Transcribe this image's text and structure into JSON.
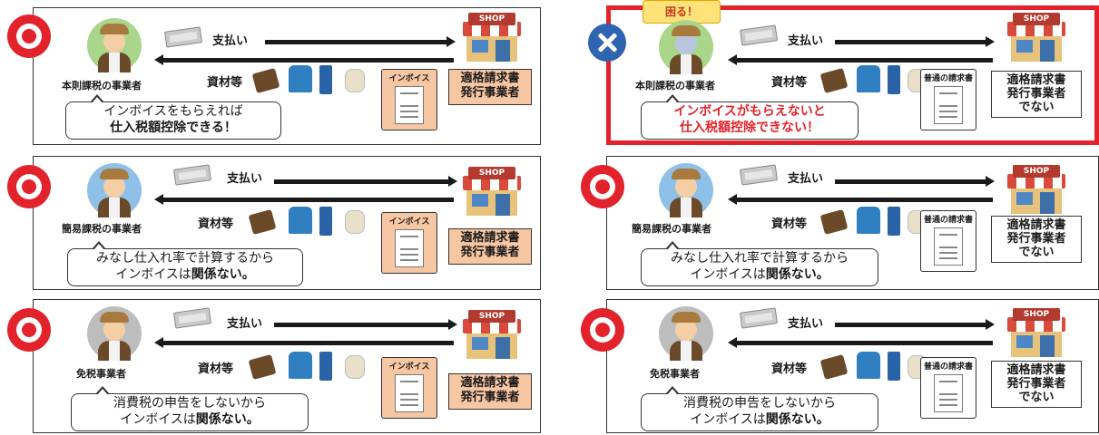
{
  "shared": {
    "payment": "支払い",
    "goods": "資材等",
    "shop_sign": "SHOP"
  },
  "panels": [
    {
      "status": "ok",
      "person": "本則課税の事業者",
      "doc_title": "インボイス",
      "issuer": [
        "適格請求書",
        "発行事業者"
      ],
      "bubble": [
        "インボイスをもらえれば",
        "仕入税額控除できる！"
      ]
    },
    {
      "status": "ok",
      "person": "簡易課税の事業者",
      "doc_title": "インボイス",
      "issuer": [
        "適格請求書",
        "発行事業者"
      ],
      "bubble_a": "みなし仕入れ率で計算するから",
      "bubble_b_prefix": "インボイスは",
      "bubble_b_bold": "関係ない。"
    },
    {
      "status": "ok",
      "person": "免税事業者",
      "doc_title": "インボイス",
      "issuer": [
        "適格請求書",
        "発行事業者"
      ],
      "bubble_a": "消費税の申告をしないから",
      "bubble_b_prefix": "インボイスは",
      "bubble_b_bold": "関係ない。"
    },
    {
      "status": "ng",
      "person": "本則課税の事業者",
      "doc_title": "普通の請求書",
      "issuer": [
        "適格請求書",
        "発行事業者",
        "でない"
      ],
      "bubble": [
        "インボイスがもらえないと",
        "仕入税額控除できない！"
      ],
      "trouble": "困る！"
    },
    {
      "status": "ok",
      "person": "簡易課税の事業者",
      "doc_title": "普通の請求書",
      "issuer": [
        "適格請求書",
        "発行事業者",
        "でない"
      ],
      "bubble_a": "みなし仕入れ率で計算するから",
      "bubble_b_prefix": "インボイスは",
      "bubble_b_bold": "関係ない。"
    },
    {
      "status": "ok",
      "person": "免税事業者",
      "doc_title": "普通の請求書",
      "issuer": [
        "適格請求書",
        "発行事業者",
        "でない"
      ],
      "bubble_a": "消費税の申告をしないから",
      "bubble_b_prefix": "インボイスは",
      "bubble_b_bold": "関係ない。"
    }
  ]
}
